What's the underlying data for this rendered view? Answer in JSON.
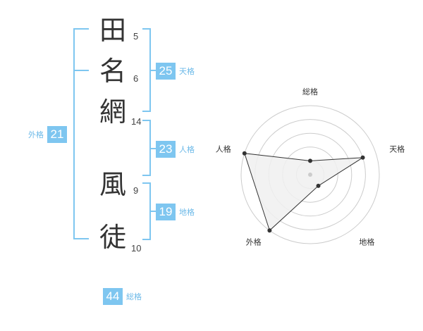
{
  "name": {
    "characters": [
      {
        "char": "田",
        "strokes": "5"
      },
      {
        "char": "名",
        "strokes": "6"
      },
      {
        "char": "網",
        "strokes": "14"
      },
      {
        "char": "風",
        "strokes": "9"
      },
      {
        "char": "徒",
        "strokes": "10"
      }
    ]
  },
  "fortunes": {
    "tenkaku": {
      "value": "25",
      "label": "天格"
    },
    "jinkaku": {
      "value": "23",
      "label": "人格"
    },
    "chikaku": {
      "value": "19",
      "label": "地格"
    },
    "gaikaku": {
      "value": "21",
      "label": "外格"
    },
    "soukaku": {
      "value": "44",
      "label": "総格"
    }
  },
  "colors": {
    "accent": "#7ec6f0",
    "accent_text": "#6cb9e8",
    "text": "#333333",
    "radar_fill": "#f0f0f0",
    "radar_stroke": "#333333",
    "grid": "#cccccc"
  },
  "chart_data": {
    "type": "radar",
    "axes": [
      "総格",
      "天格",
      "地格",
      "外格",
      "人格"
    ],
    "levels": 5,
    "values": [
      1,
      4,
      1,
      5,
      5
    ],
    "max": 5,
    "grid": true
  }
}
